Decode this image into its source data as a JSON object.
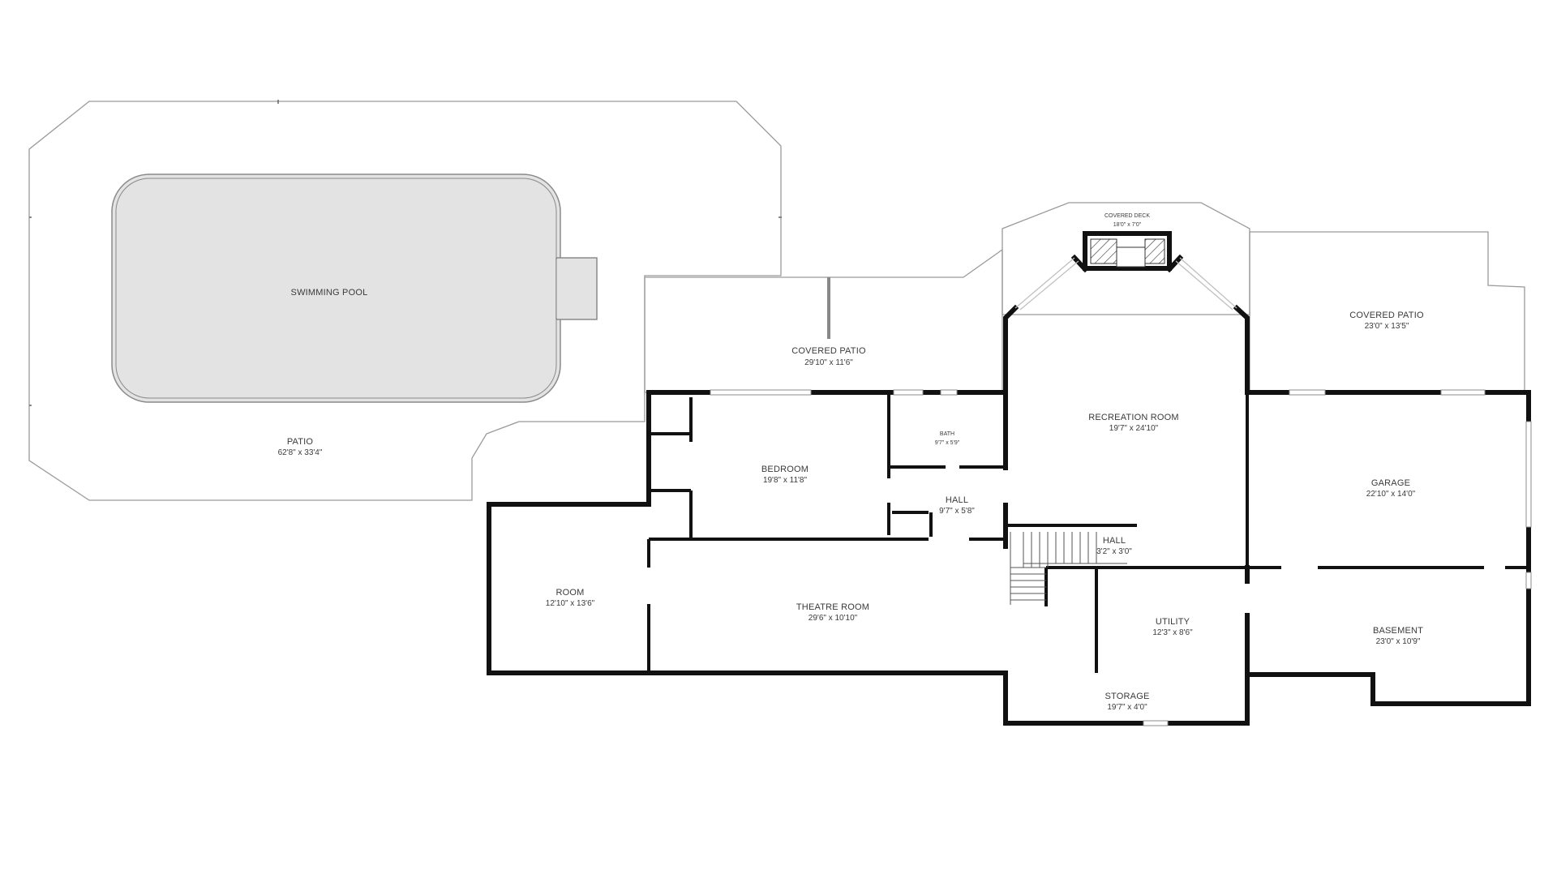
{
  "rooms": {
    "swimming_pool": {
      "name": "SWIMMING POOL"
    },
    "patio": {
      "name": "PATIO",
      "size": "62'8\" x 33'4\""
    },
    "covered_patio_left": {
      "name": "COVERED PATIO",
      "size": "29'10\" x 11'6\""
    },
    "covered_deck": {
      "name": "COVERED DECK",
      "size": "18'0\" x 7'0\""
    },
    "covered_patio_right": {
      "name": "COVERED PATIO",
      "size": "23'0\" x 13'5\""
    },
    "bedroom": {
      "name": "BEDROOM",
      "size": "19'8\" x 11'8\""
    },
    "bath": {
      "name": "BATH",
      "size": "9'7\" x 5'9\""
    },
    "hall_upper": {
      "name": "HALL",
      "size": "9'7\" x 5'8\""
    },
    "recreation_room": {
      "name": "RECREATION ROOM",
      "size": "19'7\" x 24'10\""
    },
    "garage": {
      "name": "GARAGE",
      "size": "22'10\" x 14'0\""
    },
    "hall_lower": {
      "name": "HALL",
      "size": "3'2\" x 3'0\""
    },
    "room": {
      "name": "ROOM",
      "size": "12'10\" x 13'6\""
    },
    "theatre_room": {
      "name": "THEATRE ROOM",
      "size": "29'6\" x 10'10\""
    },
    "utility": {
      "name": "UTILITY",
      "size": "12'3\" x 8'6\""
    },
    "basement": {
      "name": "BASEMENT",
      "size": "23'0\" x 10'9\""
    },
    "storage": {
      "name": "STORAGE",
      "size": "19'7\" x 4'0\""
    }
  }
}
